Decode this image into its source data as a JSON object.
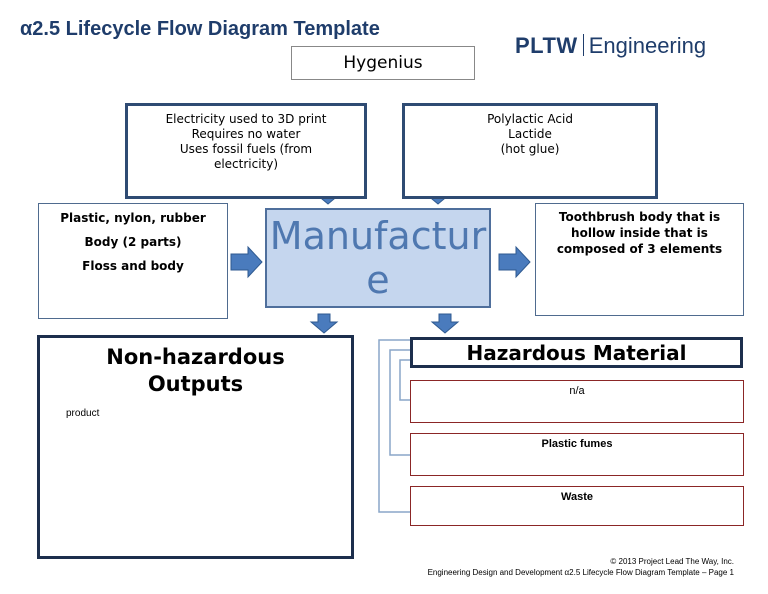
{
  "header": {
    "title": "α2.5 Lifecycle Flow Diagram Template",
    "project_name": "Hygenius",
    "logo_brand": "PLTW",
    "logo_suffix": "Engineering"
  },
  "energy_box": {
    "lines": [
      "Electricity used to 3D print",
      "Requires no water",
      "Uses fossil fuels (from",
      "electricity)"
    ]
  },
  "materials_box": {
    "lines": [
      "Polylactic Acid",
      "Lactide",
      "(hot glue)"
    ]
  },
  "inputs_box": {
    "lines": [
      "Plastic, nylon, rubber",
      "Body (2 parts)",
      "Floss and body"
    ]
  },
  "process": {
    "line1": "Manufactur",
    "line2": "e"
  },
  "product_box": {
    "lines": [
      "Toothbrush body that is",
      "hollow inside that is",
      "composed of 3 elements"
    ]
  },
  "non_hazardous": {
    "title_line1": "Non-hazardous",
    "title_line2": "Outputs",
    "item": "product"
  },
  "hazardous": {
    "title": "Hazardous Material",
    "items": [
      {
        "text": "n/a",
        "bold": false
      },
      {
        "text": "Plastic fumes",
        "bold": true
      },
      {
        "text": "Waste",
        "bold": true
      }
    ]
  },
  "footer": {
    "copyright": "© 2013 Project Lead The Way, Inc.",
    "page_label": "Engineering Design and Development α2.5 Lifecycle Flow Diagram Template – Page 1"
  },
  "colors": {
    "title_navy": "#1f3d6b",
    "box_border": "#2f4b73",
    "process_fill": "#c5d6ee",
    "arrow_blue": "#4a7bbd",
    "hazard_red": "#8b2626"
  }
}
